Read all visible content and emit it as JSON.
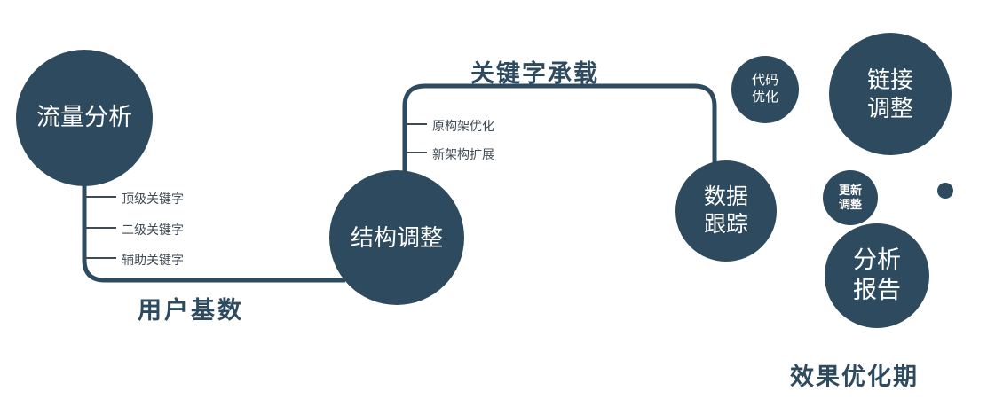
{
  "colors": {
    "node_fill": "#2e4a5e",
    "node_text": "#ffffff",
    "line": "#2e4a5e",
    "label_dark": "#2e4a5e",
    "label_small": "#3f4a55"
  },
  "nodes": {
    "traffic_analysis": {
      "label": "流量分析"
    },
    "structure_adjust": {
      "label": "结构调整"
    },
    "data_tracking": {
      "line1": "数据",
      "line2": "跟踪"
    },
    "code_optimization": {
      "line1": "代码",
      "line2": "优化"
    },
    "link_adjust": {
      "line1": "链接",
      "line2": "调整"
    },
    "update_adjust": {
      "line1": "更新",
      "line2": "调整"
    },
    "analysis_report": {
      "line1": "分析",
      "line2": "报告"
    }
  },
  "edges": {
    "user_base": "用户基数",
    "keyword_bearing": "关键字承载"
  },
  "branches": {
    "traffic": [
      "顶级关键字",
      "二级关键字",
      "辅助关键字"
    ],
    "structure": [
      "原构架优化",
      "新架构扩展"
    ]
  },
  "footer": "效果优化期"
}
